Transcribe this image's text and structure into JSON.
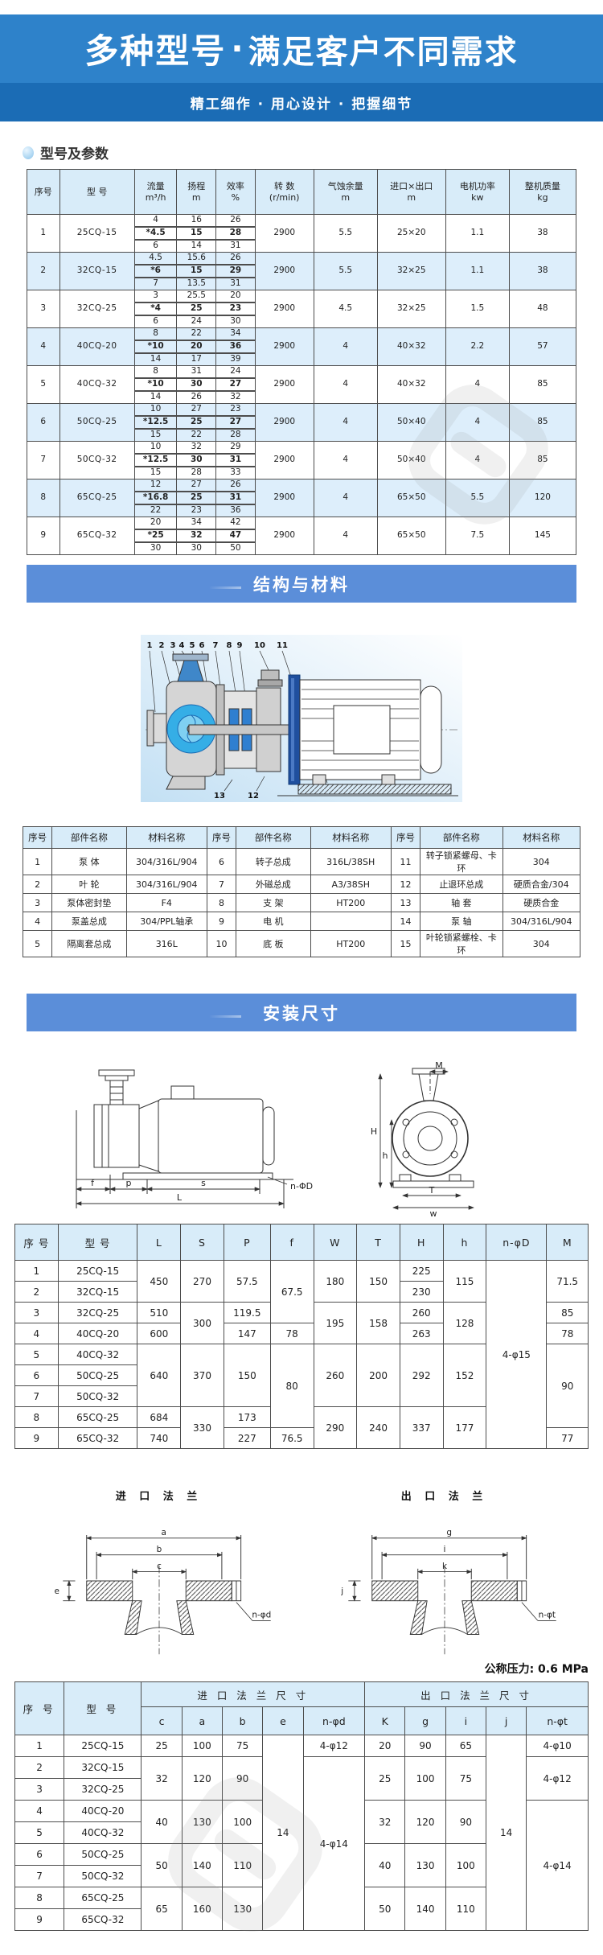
{
  "colors": {
    "hero_top": "#2e82ca",
    "hero_strip": "#1b6cb5",
    "section_banner": "#5b8ed9",
    "table_header_bg": "#d8ecf9",
    "row_alt_bg": "#ddeefb",
    "diagram_blue": "#35aee6",
    "dark_blue_disc": "#1f4f9e"
  },
  "header": {
    "title_strong": "多种型号",
    "dot": "·",
    "title_rest": "满足客户不同需求",
    "subtitle": "精工细作 · 用心设计 · 把握细节"
  },
  "section1": {
    "label": "型号及参数"
  },
  "section2": {
    "label": "结构与材料"
  },
  "section3": {
    "label": "安装尺寸"
  },
  "params_table": {
    "h": {
      "no": "序号",
      "model": "型  号",
      "flow1": "流量",
      "flow2": "m³/h",
      "head1": "扬程",
      "head2": "m",
      "eff1": "效率",
      "eff2": "%",
      "speed1": "转 数",
      "speed2": "(r/min)",
      "npsh1": "气蚀余量",
      "npsh2": "m",
      "ports1": "进口×出口",
      "ports2": "m",
      "power1": "电机功率",
      "power2": "kw",
      "weight1": "整机质量",
      "weight2": "kg"
    },
    "rows": [
      {
        "no": "1",
        "model": "25CQ-15",
        "flow": [
          "4",
          "*4.5",
          "6"
        ],
        "head": [
          "16",
          "15",
          "14"
        ],
        "eff": [
          "26",
          "28",
          "31"
        ],
        "speed": "2900",
        "npsh": "5.5",
        "ports": "25×20",
        "power": "1.1",
        "weight": "38"
      },
      {
        "no": "2",
        "model": "32CQ-15",
        "flow": [
          "4.5",
          "*6",
          "7"
        ],
        "head": [
          "15.6",
          "15",
          "13.5"
        ],
        "eff": [
          "26",
          "29",
          "31"
        ],
        "speed": "2900",
        "npsh": "5.5",
        "ports": "32×25",
        "power": "1.1",
        "weight": "38"
      },
      {
        "no": "3",
        "model": "32CQ-25",
        "flow": [
          "3",
          "*4",
          "6"
        ],
        "head": [
          "25.5",
          "25",
          "24"
        ],
        "eff": [
          "20",
          "23",
          "30"
        ],
        "speed": "2900",
        "npsh": "4.5",
        "ports": "32×25",
        "power": "1.5",
        "weight": "48"
      },
      {
        "no": "4",
        "model": "40CQ-20",
        "flow": [
          "8",
          "*10",
          "14"
        ],
        "head": [
          "22",
          "20",
          "17"
        ],
        "eff": [
          "34",
          "36",
          "39"
        ],
        "speed": "2900",
        "npsh": "4",
        "ports": "40×32",
        "power": "2.2",
        "weight": "57"
      },
      {
        "no": "5",
        "model": "40CQ-32",
        "flow": [
          "8",
          "*10",
          "14"
        ],
        "head": [
          "31",
          "30",
          "26"
        ],
        "eff": [
          "24",
          "27",
          "32"
        ],
        "speed": "2900",
        "npsh": "4",
        "ports": "40×32",
        "power": "4",
        "weight": "85"
      },
      {
        "no": "6",
        "model": "50CQ-25",
        "flow": [
          "10",
          "*12.5",
          "15"
        ],
        "head": [
          "27",
          "25",
          "22"
        ],
        "eff": [
          "23",
          "27",
          "28"
        ],
        "speed": "2900",
        "npsh": "4",
        "ports": "50×40",
        "power": "4",
        "weight": "85"
      },
      {
        "no": "7",
        "model": "50CQ-32",
        "flow": [
          "10",
          "*12.5",
          "15"
        ],
        "head": [
          "32",
          "30",
          "28"
        ],
        "eff": [
          "29",
          "31",
          "33"
        ],
        "speed": "2900",
        "npsh": "4",
        "ports": "50×40",
        "power": "4",
        "weight": "85"
      },
      {
        "no": "8",
        "model": "65CQ-25",
        "flow": [
          "12",
          "*16.8",
          "22"
        ],
        "head": [
          "27",
          "25",
          "23"
        ],
        "eff": [
          "26",
          "31",
          "36"
        ],
        "speed": "2900",
        "npsh": "4",
        "ports": "65×50",
        "power": "5.5",
        "weight": "120"
      },
      {
        "no": "9",
        "model": "65CQ-32",
        "flow": [
          "20",
          "*25",
          "30"
        ],
        "head": [
          "34",
          "32",
          "30"
        ],
        "eff": [
          "42",
          "47",
          "50"
        ],
        "speed": "2900",
        "npsh": "4",
        "ports": "65×50",
        "power": "7.5",
        "weight": "145"
      }
    ]
  },
  "structure_diagram": {
    "top": [
      "1",
      "2",
      "3",
      "4",
      "5",
      "6",
      "7",
      "8",
      "9",
      "10",
      "11"
    ],
    "bottom": [
      "13",
      "12"
    ]
  },
  "materials_table": {
    "h": [
      "序号",
      "部件名称",
      "材料名称"
    ],
    "rows": [
      [
        "1",
        "泵  体",
        "304/316L/904",
        "6",
        "转子总成",
        "316L/38SH",
        "11",
        "转子锁紧螺母、卡环",
        "304"
      ],
      [
        "2",
        "叶  轮",
        "304/316L/904",
        "7",
        "外磁总成",
        "A3/38SH",
        "12",
        "止退环总成",
        "硬质合金/304"
      ],
      [
        "3",
        "泵体密封垫",
        "F4",
        "8",
        "支  架",
        "HT200",
        "13",
        "轴  套",
        "硬质合金"
      ],
      [
        "4",
        "泵盖总成",
        "304/PPL轴承",
        "9",
        "电  机",
        "",
        "14",
        "泵  轴",
        "304/316L/904"
      ],
      [
        "5",
        "隔离套总成",
        "316L",
        "10",
        "底  板",
        "HT200",
        "15",
        "叶轮锁紧螺栓、卡环",
        "304"
      ]
    ]
  },
  "install_diagram": {
    "side_dims": [
      "f",
      "p",
      "s",
      "L",
      "n-ΦD"
    ],
    "end_dims": [
      "M",
      "H",
      "h",
      "T",
      "w"
    ]
  },
  "dims_table": {
    "headers": [
      "序 号",
      "型  号",
      "L",
      "S",
      "P",
      "f",
      "W",
      "T",
      "H",
      "h",
      "n-φD",
      "M"
    ],
    "rows": [
      {
        "no": "1",
        "model": "25CQ-15",
        "L": "450",
        "S": "270",
        "P": "57.5",
        "f": "67.5",
        "W": "180",
        "T": "150",
        "H": "225",
        "h": "115",
        "nD": "4-φ15",
        "M": "71.5"
      },
      {
        "no": "2",
        "model": "32CQ-15",
        "H": "230"
      },
      {
        "no": "3",
        "model": "32CQ-25",
        "L": "510",
        "S": "300",
        "P": "119.5",
        "W": "195",
        "T": "158",
        "H": "260",
        "h": "128",
        "M": "85"
      },
      {
        "no": "4",
        "model": "40CQ-20",
        "L": "600",
        "P": "147",
        "f": "78",
        "H": "263",
        "M": "78"
      },
      {
        "no": "5",
        "model": "40CQ-32",
        "L": "640",
        "S": "370",
        "P": "150",
        "f": "80",
        "W": "260",
        "T": "200",
        "H": "292",
        "h": "152",
        "M": "90"
      },
      {
        "no": "6",
        "model": "50CQ-25"
      },
      {
        "no": "7",
        "model": "50CQ-32"
      },
      {
        "no": "8",
        "model": "65CQ-25",
        "L": "684",
        "S": "330",
        "P": "173",
        "W": "290",
        "T": "240",
        "H": "337",
        "h": "177"
      },
      {
        "no": "9",
        "model": "65CQ-32",
        "L": "740",
        "P": "227",
        "f": "76.5",
        "M": "77"
      }
    ]
  },
  "flange_diagram": {
    "inlet": {
      "title": "进 口 法 兰",
      "dims": [
        "a",
        "b",
        "c",
        "e",
        "n-φd"
      ]
    },
    "outlet": {
      "title": "出 口 法 兰",
      "dims": [
        "g",
        "i",
        "k",
        "j",
        "n-φt"
      ]
    }
  },
  "pressure_note": "公称压力: 0.6 MPa",
  "flange_table": {
    "h_no": "序  号",
    "h_model": "型  号",
    "h_inlet": "进 口 法 兰 尺 寸",
    "h_outlet": "出 口 法 兰 尺 寸",
    "sub": [
      "c",
      "a",
      "b",
      "e",
      "n-φd",
      "K",
      "g",
      "i",
      "j",
      "n-φt"
    ],
    "rows": [
      {
        "no": "1",
        "model": "25CQ-15",
        "c": "25",
        "a": "100",
        "b": "75",
        "e": "14",
        "nd": "4-φ12",
        "K": "20",
        "g": "90",
        "i": "65",
        "j": "14",
        "nt": "4-φ10"
      },
      {
        "no": "2",
        "model": "32CQ-15",
        "c": "32",
        "a": "120",
        "b": "90",
        "nd": "4-φ14",
        "K": "25",
        "g": "100",
        "i": "75",
        "nt": "4-φ12"
      },
      {
        "no": "3",
        "model": "32CQ-25"
      },
      {
        "no": "4",
        "model": "40CQ-20",
        "c": "40",
        "a": "130",
        "b": "100",
        "K": "32",
        "g": "120",
        "i": "90",
        "nt": "4-φ14"
      },
      {
        "no": "5",
        "model": "40CQ-32"
      },
      {
        "no": "6",
        "model": "50CQ-25",
        "c": "50",
        "a": "140",
        "b": "110",
        "K": "40",
        "g": "130",
        "i": "100"
      },
      {
        "no": "7",
        "model": "50CQ-32"
      },
      {
        "no": "8",
        "model": "65CQ-25",
        "c": "65",
        "a": "160",
        "b": "130",
        "K": "50",
        "g": "140",
        "i": "110"
      },
      {
        "no": "9",
        "model": "65CQ-32"
      }
    ]
  }
}
